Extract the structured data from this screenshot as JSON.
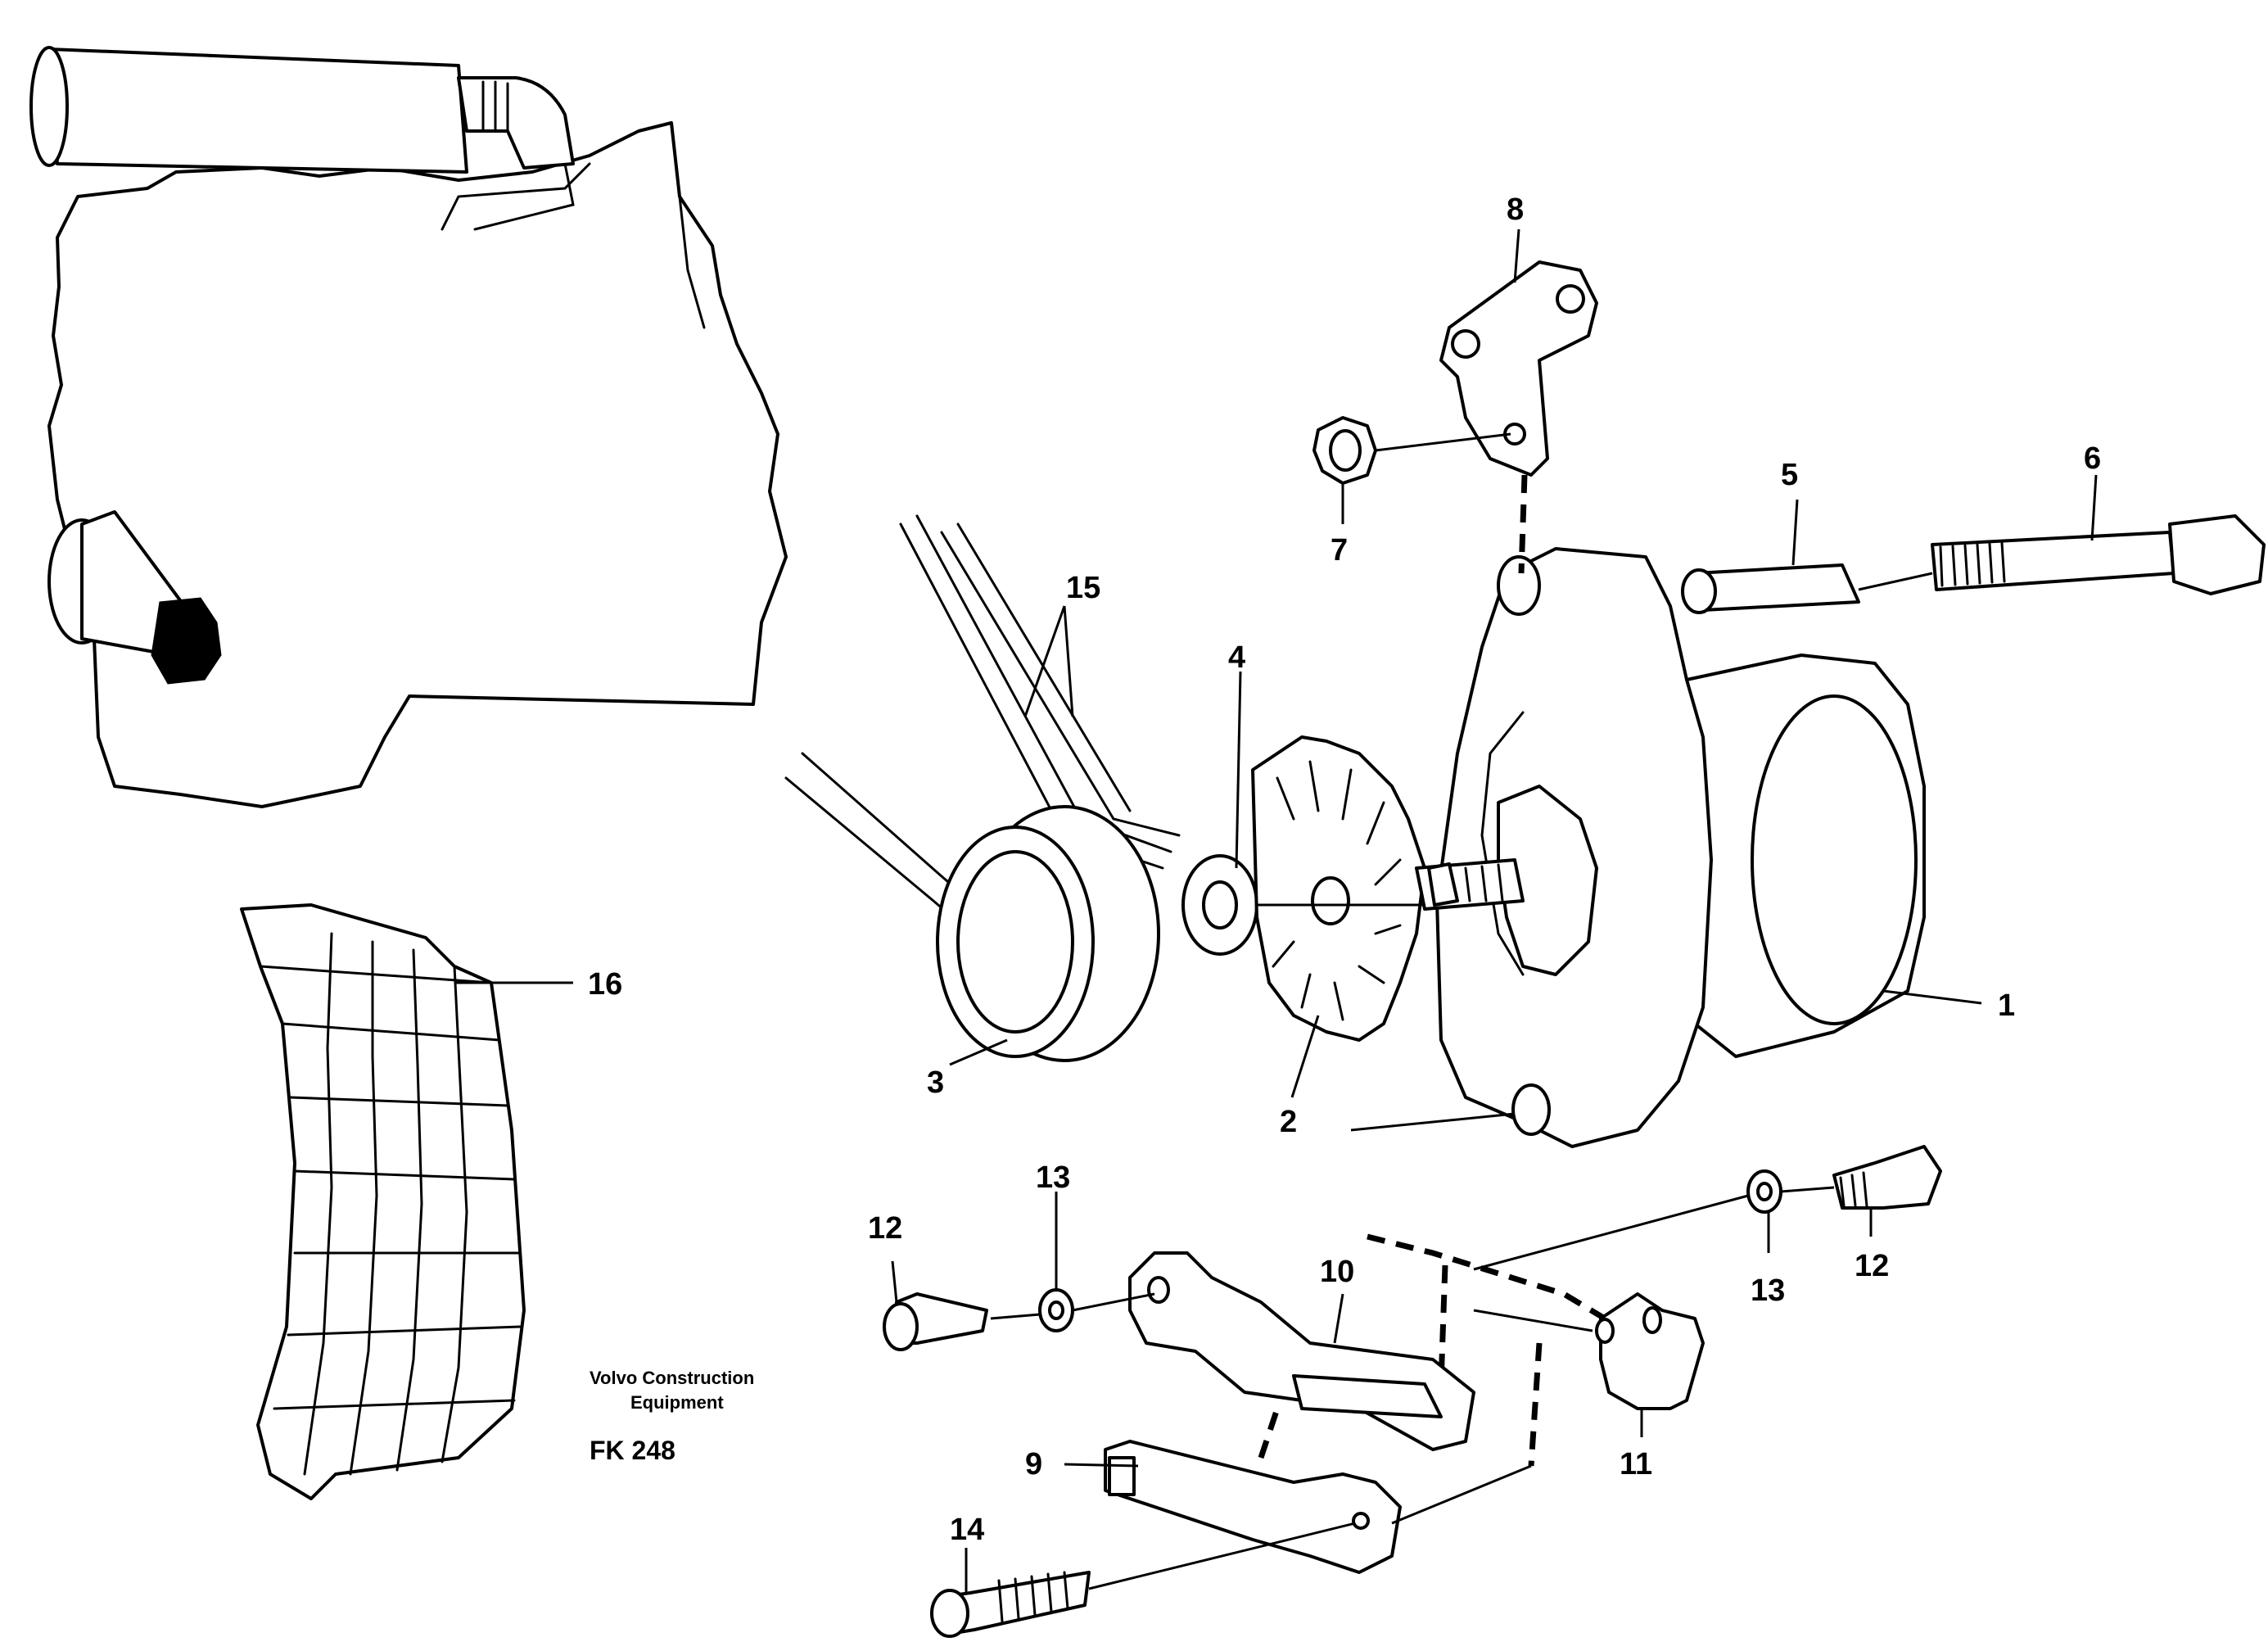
{
  "callouts": {
    "c1": "1",
    "c2": "2",
    "c3": "3",
    "c4": "4",
    "c5": "5",
    "c6": "6",
    "c7": "7",
    "c8": "8",
    "c9": "9",
    "c10": "10",
    "c11": "11",
    "c12a": "12",
    "c12b": "12",
    "c13a": "13",
    "c13b": "13",
    "c14": "14",
    "c15": "15",
    "c16": "16"
  },
  "credit": {
    "line1": "Volvo Construction",
    "line2": "Equipment",
    "code": "FK 248"
  }
}
